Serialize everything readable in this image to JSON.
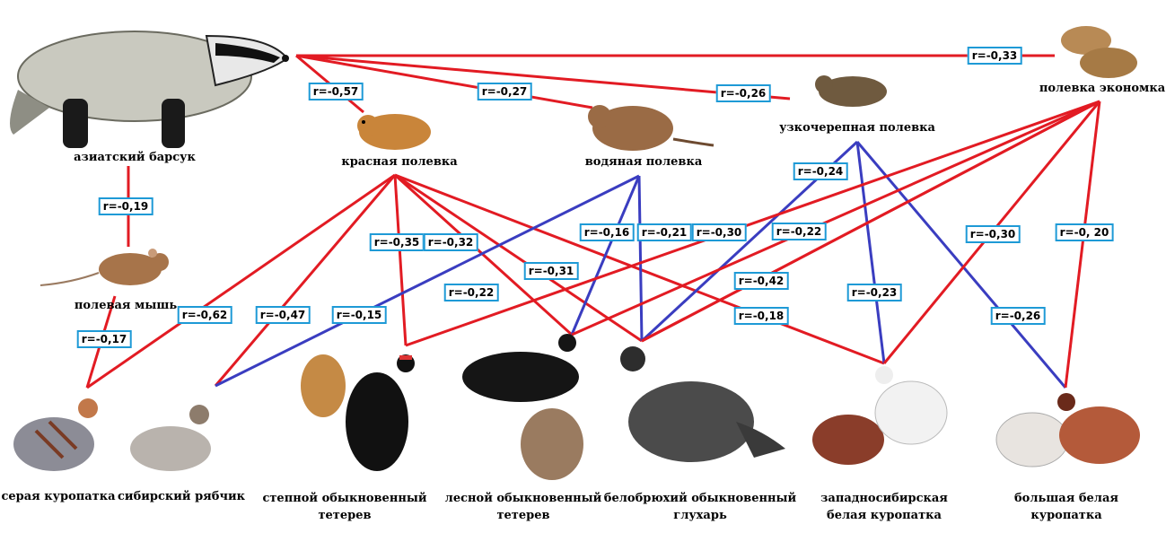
{
  "colors": {
    "positive": "#e21b23",
    "negative": "#3a3dc0",
    "label_border": "#1e9ad6"
  },
  "nodes": {
    "badger": {
      "label": "азиатский  барсук",
      "icon": "badger-icon"
    },
    "mouse": {
      "label": "полевая мышь",
      "icon": "field-mouse-icon"
    },
    "red_vole": {
      "label": "красная полевка",
      "icon": "red-vole-icon"
    },
    "water_vole": {
      "label": "водяная полевка",
      "icon": "water-vole-icon"
    },
    "narrow_vole": {
      "label": "узкочерепная полевка",
      "icon": "narrow-skulled-vole-icon"
    },
    "root_vole": {
      "label": "полевка экономка",
      "icon": "root-vole-icon"
    },
    "grey_partridge": {
      "label": "серая куропатка",
      "icon": "grey-partridge-icon"
    },
    "hazel_grouse": {
      "label": "сибирский рябчик",
      "icon": "hazel-grouse-icon"
    },
    "steppe_grouse": {
      "label1": "степной обыкновенный",
      "label2": "тетерев",
      "icon": "steppe-black-grouse-icon"
    },
    "forest_grouse": {
      "label1": "лесной обыкновенный",
      "label2": "тетерев",
      "icon": "forest-black-grouse-icon"
    },
    "capercaillie": {
      "label1": "белобрюхий обыкновенный",
      "label2": "глухарь",
      "icon": "capercaillie-icon"
    },
    "ws_ptarmigan": {
      "label1": "западносибирская",
      "label2": "белая куропатка",
      "icon": "west-siberian-ptarmigan-icon"
    },
    "big_ptarmigan": {
      "label1": "большая белая",
      "label2": "куропатка",
      "icon": "large-willow-ptarmigan-icon"
    }
  },
  "links": [
    {
      "from": "badger",
      "to": "root_vole",
      "r": "r=-0,33",
      "color": "red"
    },
    {
      "from": "badger",
      "to": "red_vole",
      "r": "r=-0,57",
      "color": "red"
    },
    {
      "from": "badger",
      "to": "water_vole",
      "r": "r=-0,27",
      "color": "red"
    },
    {
      "from": "badger",
      "to": "narrow_vole",
      "r": "r=-0,26",
      "color": "red"
    },
    {
      "from": "badger",
      "to": "mouse",
      "r": "r=-0,19",
      "color": "red"
    },
    {
      "from": "mouse",
      "to": "grey_partridge",
      "r": "r=-0,17",
      "color": "red"
    },
    {
      "from": "red_vole",
      "to": "grey_partridge",
      "r": "r=-0,62",
      "color": "red"
    },
    {
      "from": "red_vole",
      "to": "hazel_grouse",
      "r": "r=-0,47",
      "color": "red"
    },
    {
      "from": "red_vole",
      "to": "steppe_grouse",
      "r": "r=-0,35",
      "color": "red"
    },
    {
      "from": "red_vole",
      "to": "forest_grouse",
      "r": "r=-0,32",
      "color": "red"
    },
    {
      "from": "red_vole",
      "to": "capercaillie",
      "r": "r=-0,31",
      "color": "red"
    },
    {
      "from": "red_vole",
      "to": "ws_ptarmigan",
      "r": "r=-0,18",
      "color": "red"
    },
    {
      "from": "water_vole",
      "to": "hazel_grouse",
      "r": "r=-0,15",
      "color": "blue"
    },
    {
      "from": "water_vole",
      "to": "forest_grouse",
      "r": "r=-0,16",
      "color": "blue"
    },
    {
      "from": "water_vole",
      "to": "capercaillie",
      "r": "r=-0,21",
      "color": "blue"
    },
    {
      "from": "narrow_vole",
      "to": "capercaillie",
      "r": "r=-0,24",
      "color": "blue"
    },
    {
      "from": "narrow_vole",
      "to": "ws_ptarmigan",
      "r": "r=-0,23",
      "color": "blue"
    },
    {
      "from": "narrow_vole",
      "to": "big_ptarmigan",
      "r": "r=-0,26",
      "color": "blue"
    },
    {
      "from": "root_vole",
      "to": "steppe_grouse",
      "r": "r=-0,22",
      "color": "red"
    },
    {
      "from": "root_vole",
      "to": "forest_grouse",
      "r": "r=-0,30",
      "color": "red"
    },
    {
      "from": "root_vole",
      "to": "capercaillie",
      "r": "r=-0,22",
      "color": "red"
    },
    {
      "from": "root_vole",
      "to": "ws_ptarmigan",
      "r": "r=-0,30",
      "color": "red"
    },
    {
      "from": "root_vole",
      "to": "big_ptarmigan",
      "r": "r=-0, 20",
      "color": "red"
    },
    {
      "from": "red_vole",
      "to": "capercaillie",
      "r": "r=-0,42",
      "color": "red"
    }
  ]
}
